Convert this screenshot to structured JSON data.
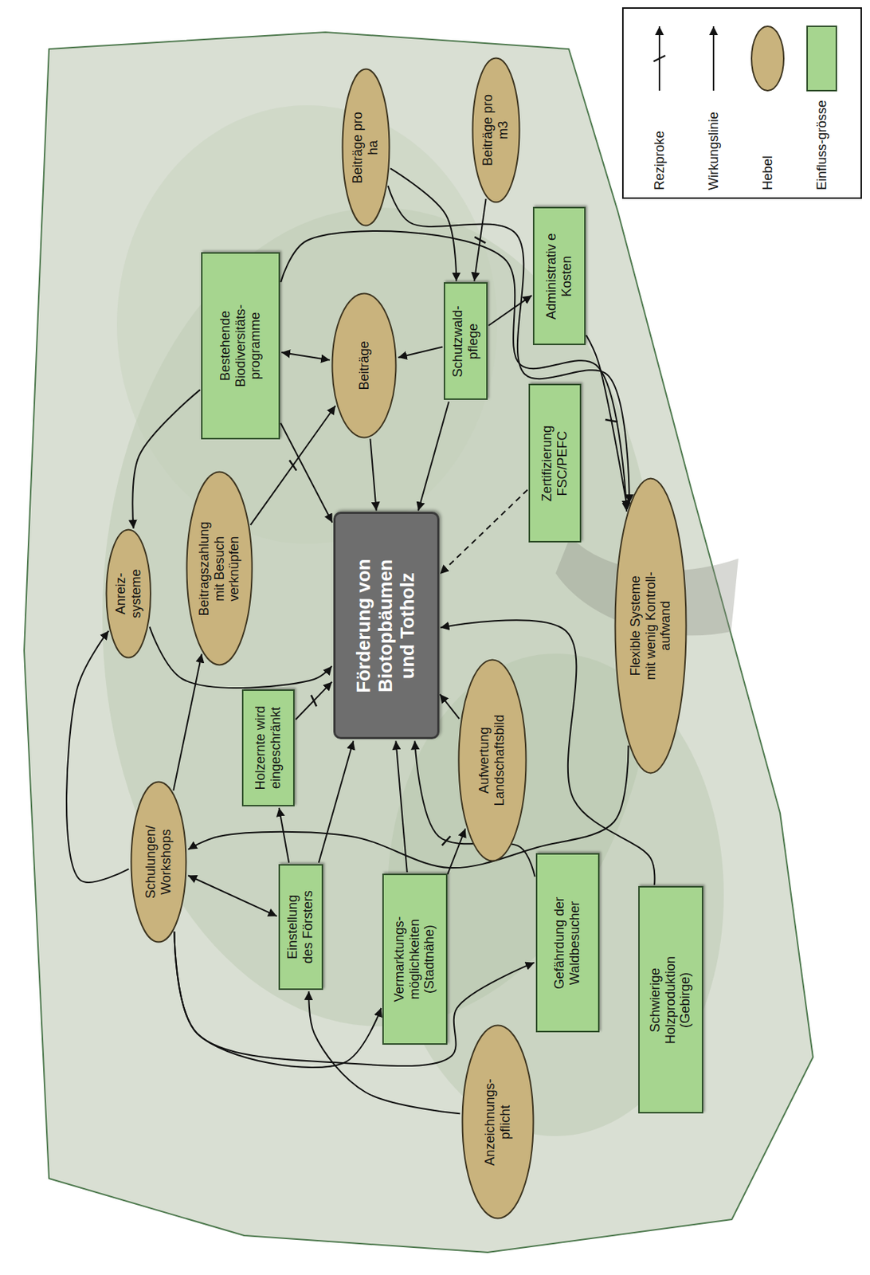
{
  "diagram": {
    "nodes": [
      {
        "text": [
          "Anreiz-systeme"
        ]
      },
      {
        "text": [
          "Schulungen/ Workshops"
        ]
      },
      {
        "text": [
          "Beitragszahlung mit Besuch verknüpfen"
        ]
      },
      {
        "text": [
          "Bestehende Biodiversitäts-programme"
        ]
      },
      {
        "text": [
          "Holzernte wird eingeschränkt"
        ]
      },
      {
        "text": [
          "Einstellung des Försters"
        ]
      },
      {
        "text": [
          "Beiträge"
        ]
      },
      {
        "text": [
          "Beiträge pro ha"
        ]
      },
      {
        "text": [
          "Förderung von Biotopbäumen und Totholz"
        ]
      },
      {
        "text": [
          "Vermarktungs-möglichkeiten (Stadtnähe)"
        ]
      },
      {
        "text": [
          "Schutzwald-pflege"
        ]
      },
      {
        "text": [
          "Aufwertung Landschaftsbild"
        ]
      },
      {
        "text": [
          "Beiträge pro m3"
        ]
      },
      {
        "text": [
          "Anzeichnungs-pflicht"
        ]
      },
      {
        "text": [
          "Zertifizierung FSC/PEFC"
        ]
      },
      {
        "text": [
          "Administrativ e Kosten"
        ]
      },
      {
        "text": [
          "Gefährdung der Waldbesucher"
        ]
      },
      {
        "text": [
          "Flexible Systeme mit wenig Kontroll-aufwand"
        ]
      },
      {
        "text": [
          "Schwierige Holzproduktion (Gebirge)"
        ]
      }
    ],
    "edges": [
      {
        "from": 7,
        "to": 10,
        "arrow": "to"
      },
      {
        "from": 12,
        "to": 10,
        "arrow": "to"
      },
      {
        "from": 10,
        "to": 6,
        "arrow": "to"
      },
      {
        "from": 10,
        "to": 15,
        "arrow": "to"
      },
      {
        "from": 10,
        "to": 8,
        "arrow": "to"
      },
      {
        "from": 3,
        "to": 6,
        "arrow": "both"
      },
      {
        "from": 3,
        "to": 0,
        "arrow": "to"
      },
      {
        "from": 3,
        "to": 8,
        "arrow": "to"
      },
      {
        "from": 3,
        "to": 17,
        "arrow": "to"
      },
      {
        "from": 7,
        "to": 17,
        "arrow": "to"
      },
      {
        "from": 2,
        "to": 6,
        "arrow": "to"
      },
      {
        "from": 6,
        "to": 8,
        "arrow": "to"
      },
      {
        "from": 15,
        "to": 17,
        "arrow": "to"
      },
      {
        "from": 14,
        "to": 8,
        "arrow": "to"
      },
      {
        "from": 17,
        "to": 1,
        "arrow": "to"
      },
      {
        "from": 0,
        "to": 8,
        "arrow": "to"
      },
      {
        "from": 1,
        "to": 2,
        "arrow": "to"
      },
      {
        "from": 1,
        "to": 0,
        "arrow": "to"
      },
      {
        "from": 4,
        "to": 8,
        "arrow": "to"
      },
      {
        "from": 5,
        "to": 4,
        "arrow": "to"
      },
      {
        "from": 1,
        "to": 5,
        "arrow": "both"
      },
      {
        "from": 5,
        "to": 8,
        "arrow": "to"
      },
      {
        "from": 9,
        "to": 11,
        "arrow": "to"
      },
      {
        "from": 9,
        "to": 8,
        "arrow": "to"
      },
      {
        "from": 16,
        "to": 8,
        "arrow": "to"
      },
      {
        "from": 11,
        "to": 8,
        "arrow": "to"
      },
      {
        "from": 18,
        "to": 8,
        "arrow": "to"
      },
      {
        "from": 13,
        "to": 5,
        "arrow": "to"
      },
      {
        "from": 1,
        "to": 9,
        "arrow": "to"
      },
      {
        "from": 1,
        "to": 16,
        "arrow": "to"
      }
    ],
    "legend": [
      {
        "text": "Reziproke"
      },
      {
        "text": "Wirkungslinie"
      },
      {
        "text": "Hebel",
        "color": "#c9b37d"
      },
      {
        "text": "Einfluss-grösse",
        "color": "#a6d58f"
      }
    ]
  }
}
